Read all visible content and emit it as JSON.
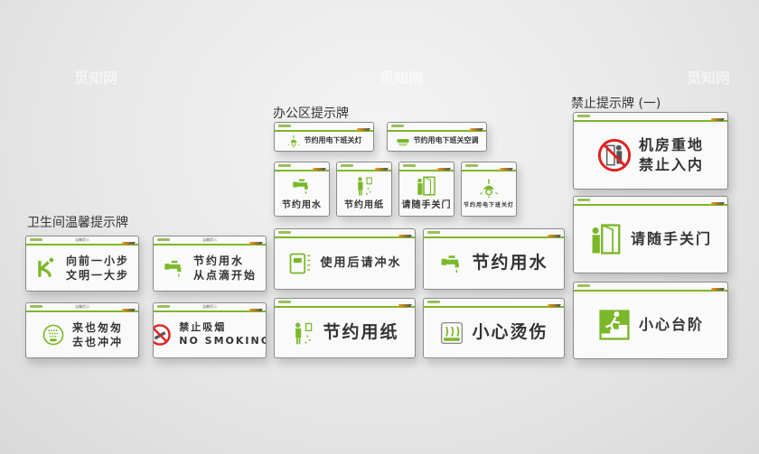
{
  "watermark": "觅知网",
  "colors": {
    "accent_green": "#7ab829",
    "accent_orange": "#f39c12",
    "prohibition_red": "#e02020",
    "text": "#333333"
  },
  "groups": [
    {
      "title": "卫生间温馨提示牌",
      "signs": [
        {
          "header": "温馨提示",
          "lines": [
            "向前一小步",
            "文明一大步"
          ],
          "icon": "step-forward-icon"
        },
        {
          "header": "温馨提示",
          "lines": [
            "节约用水",
            "从点滴开始"
          ],
          "icon": "faucet-icon"
        },
        {
          "header": "温馨提示",
          "lines": [
            "来也匆匆",
            "去也冲冲"
          ],
          "icon": "flush-icon"
        },
        {
          "header": "温馨提示",
          "lines": [
            "禁止吸烟",
            "NO SMOKING"
          ],
          "icon": "no-smoking-icon"
        }
      ]
    },
    {
      "title": "办公区提示牌",
      "signs": [
        {
          "header": "",
          "lines": [
            "节约用电下班关灯"
          ],
          "icon": "lamp-icon"
        },
        {
          "header": "",
          "lines": [
            "节约用电下班关空调"
          ],
          "icon": "air-conditioner-icon"
        },
        {
          "header": "",
          "lines": [
            "节约用水"
          ],
          "icon": "faucet-icon"
        },
        {
          "header": "",
          "lines": [
            "节约用纸"
          ],
          "icon": "paper-towel-icon"
        },
        {
          "header": "",
          "lines": [
            "请随手关门"
          ],
          "icon": "close-door-icon"
        },
        {
          "header": "",
          "lines": [
            "节约用电下班关灯"
          ],
          "icon": "lamp-icon"
        },
        {
          "header": "",
          "lines": [
            "使用后请冲水"
          ],
          "icon": "flush-button-icon"
        },
        {
          "header": "",
          "lines": [
            "节约用水"
          ],
          "icon": "faucet-icon"
        },
        {
          "header": "",
          "lines": [
            "节约用纸"
          ],
          "icon": "paper-towel-icon"
        },
        {
          "header": "",
          "lines": [
            "小心烫伤"
          ],
          "icon": "hot-water-icon"
        }
      ]
    },
    {
      "title": "禁止提示牌 (一)",
      "signs": [
        {
          "header": "",
          "lines": [
            "机房重地",
            "禁止入内"
          ],
          "icon": "no-entry-icon"
        },
        {
          "header": "",
          "lines": [
            "请随手关门"
          ],
          "icon": "close-door-icon"
        },
        {
          "header": "",
          "lines": [
            "小心台阶"
          ],
          "icon": "mind-step-icon"
        }
      ]
    }
  ]
}
